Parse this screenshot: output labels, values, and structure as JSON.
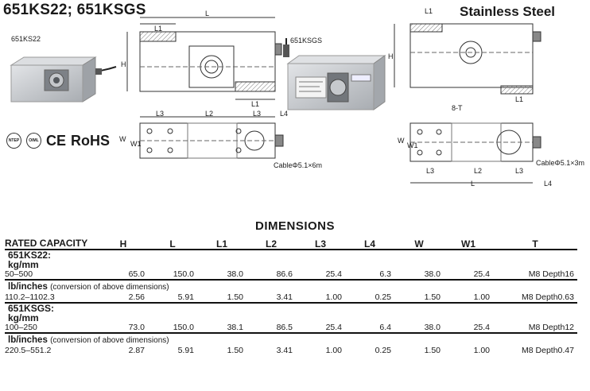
{
  "header": {
    "title": "651KS22; 651KSGS",
    "material": "Stainless Steel"
  },
  "photos": {
    "left_label": "651KS22",
    "right_label": "651KSGS"
  },
  "drawing_labels": {
    "L": "L",
    "L1": "L1",
    "L2": "L2",
    "L3": "L3",
    "L4": "L4",
    "H": "H",
    "W": "W",
    "W1": "W1",
    "thread_T": "8-T",
    "cable_1": "CableΦ5.1×6m",
    "cable_2": "CableΦ5.1×3m"
  },
  "certifications": [
    "NTEP",
    "OIML",
    "CE",
    "RoHS"
  ],
  "section_title": "DIMENSIONS",
  "table": {
    "capacity_label": "RATED CAPACITY",
    "columns": [
      "H",
      "L",
      "L1",
      "L2",
      "L3",
      "L4",
      "W",
      "W1",
      "T"
    ],
    "sections": [
      {
        "model": "651KS22:",
        "unit": "kg/mm",
        "capacity": "50–500",
        "values": [
          "65.0",
          "150.0",
          "38.0",
          "86.6",
          "25.4",
          "6.3",
          "38.0",
          "25.4",
          "M8 Depth16"
        ],
        "conv_unit": "lb/inches",
        "conv_note": "(conversion of above dimensions)",
        "conv_capacity": "110.2–1102.3",
        "conv_values": [
          "2.56",
          "5.91",
          "1.50",
          "3.41",
          "1.00",
          "0.25",
          "1.50",
          "1.00",
          "M8 Depth0.63"
        ]
      },
      {
        "model": "651KSGS:",
        "unit": "kg/mm",
        "capacity": "100–250",
        "values": [
          "73.0",
          "150.0",
          "38.1",
          "86.5",
          "25.4",
          "6.4",
          "38.0",
          "25.4",
          "M8 Depth12"
        ],
        "conv_unit": "lb/inches",
        "conv_note": "(conversion of above dimensions)",
        "conv_capacity": "220.5–551.2",
        "conv_values": [
          "2.87",
          "5.91",
          "1.50",
          "3.41",
          "1.00",
          "0.25",
          "1.50",
          "1.00",
          "M8 Depth0.47"
        ]
      }
    ]
  },
  "colors": {
    "photo_metal": "#c9ccd0",
    "photo_dark": "#6f7378",
    "line": "#333333",
    "hatch": "#888888"
  }
}
